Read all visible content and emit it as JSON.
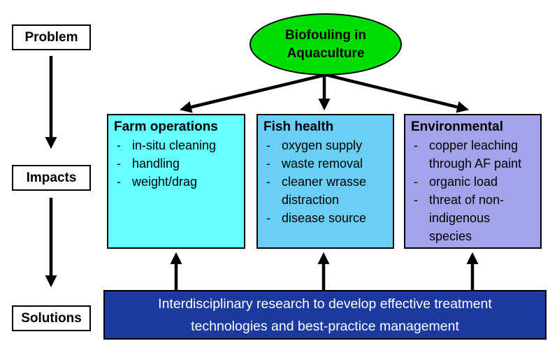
{
  "diagram": {
    "flow_labels": {
      "problem": "Problem",
      "impacts": "Impacts",
      "solutions": "Solutions"
    },
    "root_node": {
      "label": "Biofouling in Aquaculture",
      "fill": "#00DD00"
    },
    "impact_boxes": [
      {
        "title": "Farm operations",
        "items": [
          "in-situ cleaning",
          "handling",
          "weight/drag"
        ],
        "fill": "#66FFFF"
      },
      {
        "title": "Fish health",
        "items": [
          "oxygen supply",
          "waste removal",
          "cleaner wrasse distraction",
          "disease source"
        ],
        "fill": "#6BCEF5"
      },
      {
        "title": "Environmental",
        "items": [
          "copper leaching through AF paint",
          "organic load",
          "threat of non-indigenous species"
        ],
        "fill": "#A3A3EB"
      }
    ],
    "solutions_box": {
      "text": "Interdisciplinary research to develop effective treatment technologies and best-practice management",
      "fill": "#1C3A9E",
      "text_color": "#FFFFFF"
    },
    "bullet_char": "-",
    "arrow_color": "#000000"
  }
}
